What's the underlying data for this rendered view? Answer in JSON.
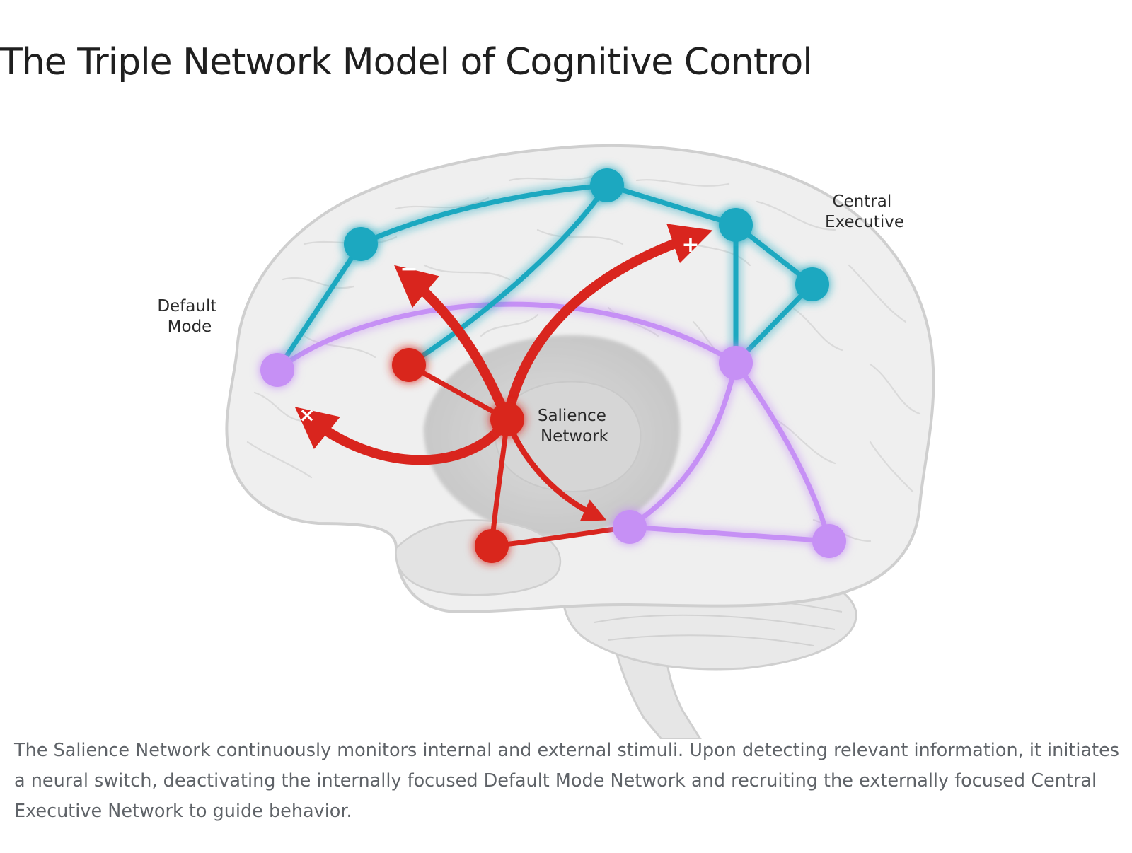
{
  "title": "The Triple Network Model of Cognitive Control",
  "diagram": {
    "labels": {
      "default_mode": [
        "Default",
        "Mode"
      ],
      "central_executive": [
        "Central",
        "Executive"
      ],
      "salience": [
        "Salience",
        "Network"
      ]
    },
    "arrow_signs": {
      "inhibit": "−",
      "excite": "+",
      "deactivate": "×"
    }
  },
  "colors": {
    "central_executive": "#1aa8c0",
    "default_mode": "#c690f5",
    "salience": "#d9251e",
    "brain_fill": "#eeeeee",
    "brain_outline": "#cfcfcf"
  },
  "caption": "The Salience Network continuously monitors internal and external stimuli. Upon detecting relevant information, it initiates a neural switch, deactivating the internally focused Default Mode Network and recruiting the externally focused Central Executive Network to guide behavior."
}
